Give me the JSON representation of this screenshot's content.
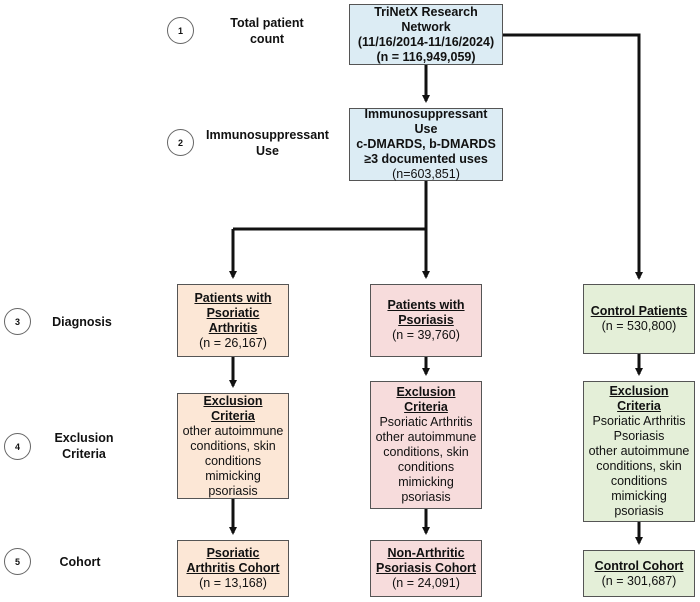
{
  "steps": [
    {
      "number": "1",
      "label": "Total patient count"
    },
    {
      "number": "2",
      "label": "Immunosuppressant Use"
    },
    {
      "number": "3",
      "label": "Diagnosis"
    },
    {
      "number": "4",
      "label": "Exclusion Criteria"
    },
    {
      "number": "5",
      "label": "Cohort"
    }
  ],
  "boxes": {
    "network": {
      "title": "TriNetX Research Network",
      "dates": "(11/16/2014-11/16/2024)",
      "count": "(n = 116,949,059)"
    },
    "immuno": {
      "line1": "Immunosuppressant Use",
      "line2": "c-DMARDS, b-DMARDS",
      "line3": "≥3 documented uses",
      "count": "(n=603,851)"
    },
    "psa": {
      "title": "Patients with Psoriatic Arthritis",
      "count": "(n = 26,167)"
    },
    "pso": {
      "title": "Patients with Psoriasis",
      "count": "(n = 39,760)"
    },
    "control": {
      "title": "Control Patients",
      "count": "(n = 530,800)"
    },
    "psa_excl": {
      "title": "Exclusion Criteria",
      "text": "other autoimmune conditions, skin conditions mimicking psoriasis"
    },
    "pso_excl": {
      "title": "Exclusion Criteria",
      "text": "Psoriatic Arthritis other autoimmune conditions, skin conditions mimicking psoriasis"
    },
    "control_excl": {
      "title": "Exclusion Criteria",
      "line1": "Psoriatic Arthritis",
      "line2": "Psoriasis",
      "text": "other autoimmune conditions, skin conditions mimicking psoriasis"
    },
    "psa_cohort": {
      "title": "Psoriatic Arthritis Cohort",
      "count": "(n = 13,168)"
    },
    "pso_cohort": {
      "title": "Non-Arthritic Psoriasis Cohort",
      "count": "(n = 24,091)"
    },
    "control_cohort": {
      "title": "Control Cohort",
      "count": "(n = 301,687)"
    }
  }
}
